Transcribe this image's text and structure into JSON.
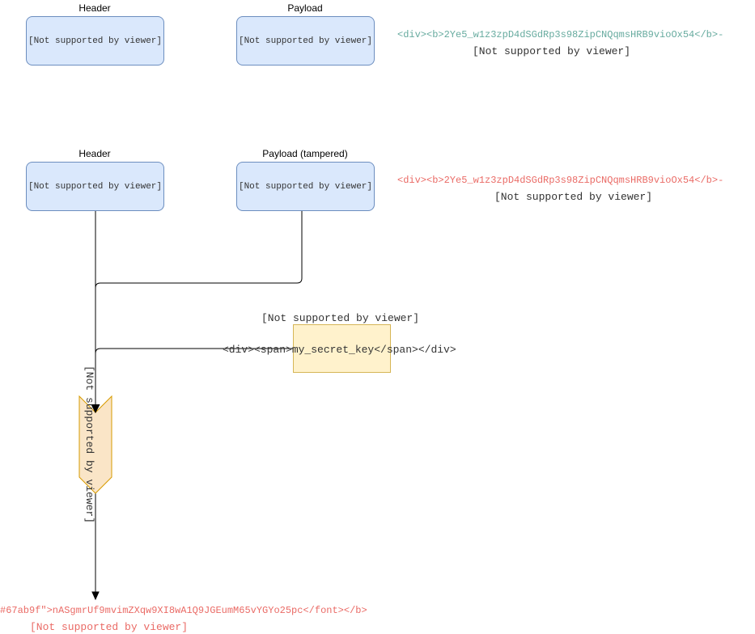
{
  "row1": {
    "header_label": "Header",
    "payload_label": "Payload",
    "header_box_text": "[Not supported by viewer]",
    "payload_box_text": "[Not supported by viewer]",
    "token_line": "<div><b>2Ye5_w1z3zpD4dSGdRp3s98ZipCNQqmsHRB9vioOx54</b>-",
    "token_note": "[Not supported by viewer]"
  },
  "row2": {
    "header_label": "Header",
    "payload_label": "Payload (tampered)",
    "header_box_text": "[Not supported by viewer]",
    "payload_box_text": "[Not supported by viewer]",
    "token_line": "<div><b>2Ye5_w1z3zpD4dSGdRp3s98ZipCNQqmsHRB9vioOx54</b>-",
    "token_note": "[Not supported by viewer]"
  },
  "secret": {
    "note": "[Not supported by viewer]",
    "text": "<div><span>my_secret_key</span></div>"
  },
  "hash_step": {
    "text": "[Not supported by viewer]"
  },
  "output": {
    "token_line": "#67ab9f\">nASgmrUf9mvimZXqw9XI8wA1Q9JGEumM65vYGYo25pc</font></b>",
    "note": "[Not supported by viewer]"
  },
  "colors": {
    "box_fill": "#dae8fc",
    "box_stroke": "#6c8ebf",
    "key_fill": "#fff2cc",
    "key_stroke": "#d6b656",
    "chevron_fill": "#fae5c7",
    "chevron_stroke": "#d79b00",
    "valid_text": "#67ab9f",
    "tampered_text": "#ea6b66"
  }
}
